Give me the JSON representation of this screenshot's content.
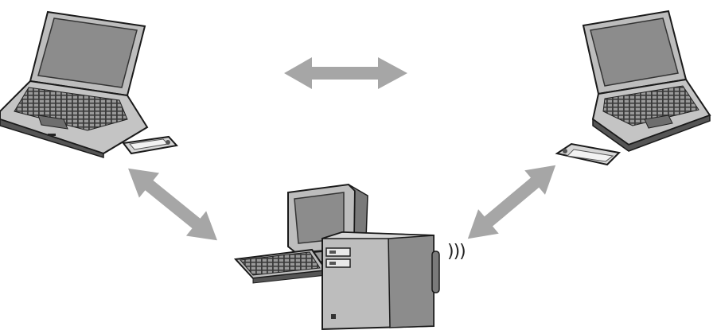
{
  "diagram": {
    "nodes": [
      {
        "id": "laptop-left",
        "kind": "laptop",
        "icon": "laptop-icon"
      },
      {
        "id": "wireless-card-left",
        "kind": "pc-card",
        "icon": "wireless-card-icon"
      },
      {
        "id": "laptop-right",
        "kind": "laptop",
        "icon": "laptop-icon"
      },
      {
        "id": "wireless-card-right",
        "kind": "pc-card",
        "icon": "wireless-card-icon"
      },
      {
        "id": "desktop-base-station",
        "kind": "desktop-with-antenna",
        "icon": "desktop-computer-icon"
      }
    ],
    "connections": [
      {
        "from": "laptop-left",
        "to": "laptop-right",
        "style": "bidirectional"
      },
      {
        "from": "laptop-left",
        "to": "desktop-base-station",
        "style": "bidirectional"
      },
      {
        "from": "laptop-right",
        "to": "desktop-base-station",
        "style": "bidirectional"
      }
    ],
    "wireless_signal": ")))",
    "colors": {
      "arrow": "#a6a6a6",
      "device_body": "#bdbdbd",
      "device_dark": "#555555",
      "screen": "#8c8c8c",
      "outline": "#1a1a1a"
    }
  }
}
